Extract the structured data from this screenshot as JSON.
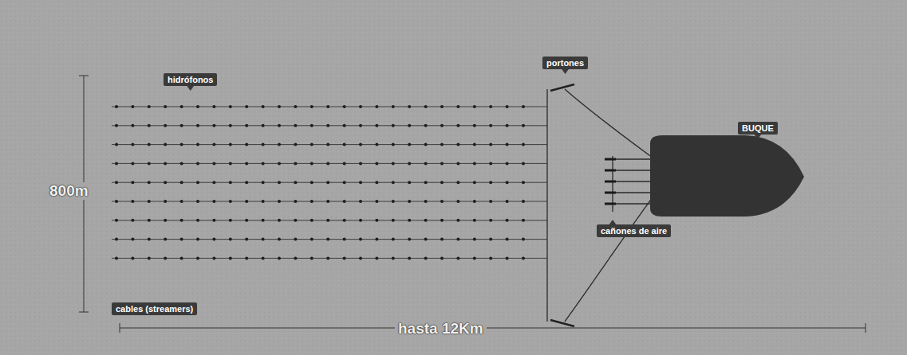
{
  "diagram": {
    "labels": [
      "portones",
      "hidrófonos",
      "BUQUE",
      "800m",
      "cañones de aire",
      "cables (streamers)",
      "hasta 12Km"
    ]
  }
}
